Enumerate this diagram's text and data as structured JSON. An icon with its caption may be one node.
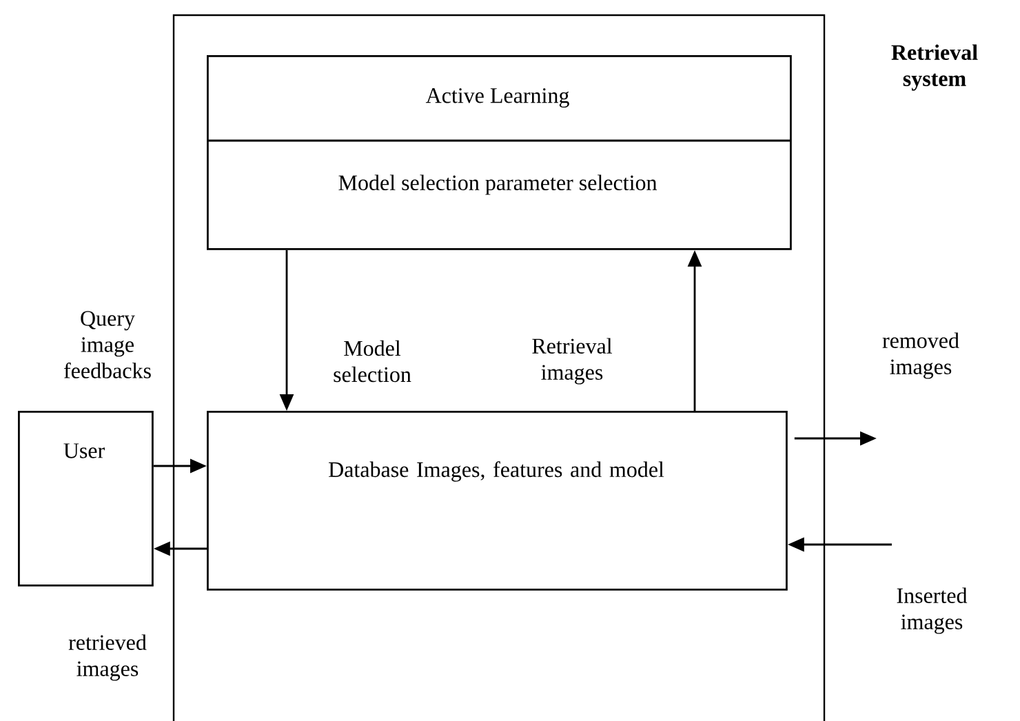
{
  "diagram": {
    "nodes": [
      {
        "text": [
          "Retrieval system"
        ]
      },
      {
        "text": [
          "Active Learning",
          "Model selection parameter selection"
        ],
        "in": 0
      },
      {
        "text": [
          "User"
        ]
      },
      {
        "text": [
          "Database Images, features and model"
        ],
        "in": 0
      }
    ],
    "edges": [
      {
        "from": 1,
        "to": 3,
        "arrow": "to",
        "label": "Model selection"
      },
      {
        "from": 3,
        "to": 1,
        "arrow": "to",
        "label": "Retrieval images"
      },
      {
        "from": 2,
        "to": 3,
        "arrow": "to",
        "label": "Query image feedbacks"
      },
      {
        "from": 3,
        "to": 2,
        "arrow": "to",
        "label": "retrieved images"
      },
      {
        "from": 3,
        "to": null,
        "arrow": "to",
        "label": "removed images"
      },
      {
        "from": null,
        "to": 3,
        "arrow": "to",
        "label": "Inserted images"
      }
    ]
  }
}
